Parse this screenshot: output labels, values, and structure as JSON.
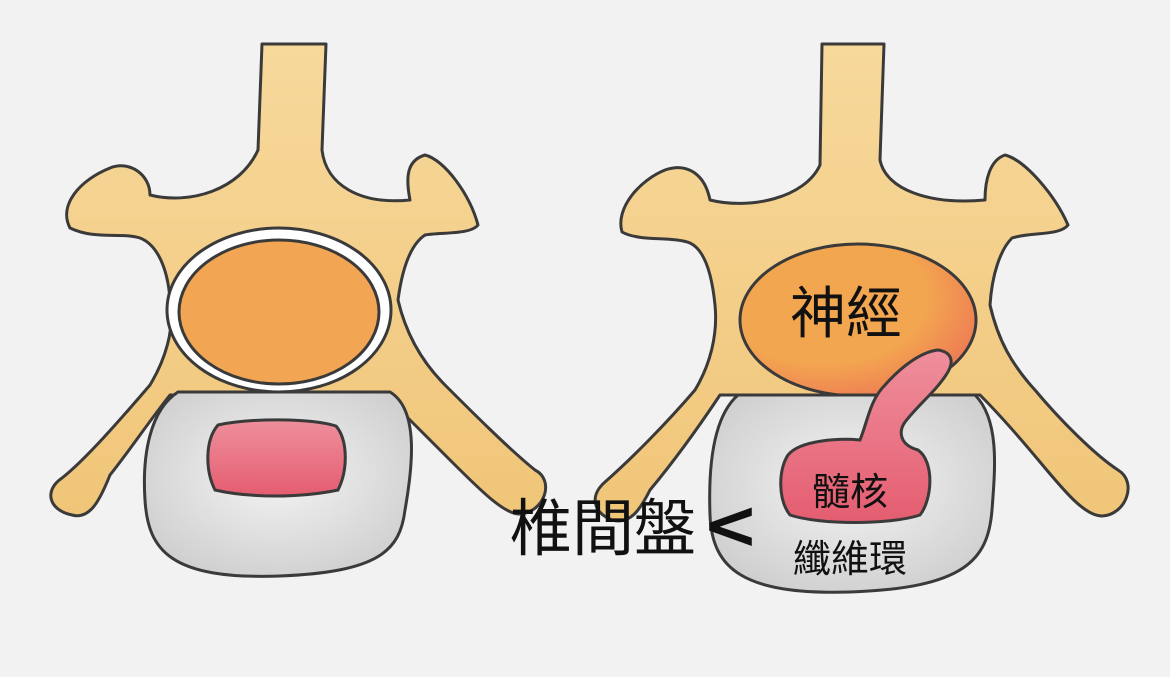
{
  "figure": {
    "title": "Lumbar disc herniation illustration (normal vs herniated)",
    "panels": [
      {
        "id": "normal",
        "description": "Normal vertebra with intact disc"
      },
      {
        "id": "herniated",
        "description": "Vertebra with herniated nucleus pulposus compressing nerve"
      }
    ],
    "labels": {
      "nerve": "神經",
      "nucleus_pulposus": "髓核",
      "annulus_fibrosus": "纖維環",
      "intervertebral_disc": "椎間盤",
      "pointer": "<"
    },
    "colors": {
      "background": "#f2f2f2",
      "bone": "#f4cf8a",
      "nerve": "#f0a24e",
      "disc": "#d8d8d8",
      "nucleus": "#e8687a",
      "outline": "#3a3a3a"
    }
  }
}
